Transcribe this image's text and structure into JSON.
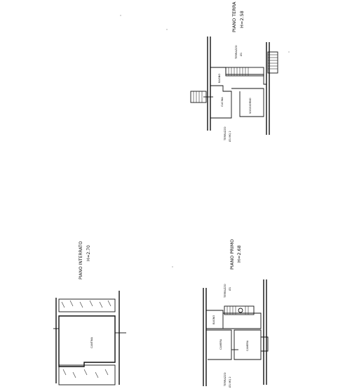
{
  "plans": {
    "ground_floor": {
      "title": "PIANO TERRA",
      "height": "H=2.58",
      "rooms": {
        "bagno": "BAGNO",
        "cucina": "CUCINA",
        "soggiorno": "SOGGIORNO"
      },
      "notes": {
        "top": [
          "TERRAZZO",
          "Ø1"
        ],
        "bottom": [
          "TERRAZZO",
          "Ø1 MQ 2"
        ]
      }
    },
    "first_floor": {
      "title": "PIANO PRIMO",
      "height": "H=2.68",
      "rooms": {
        "bagno": "BAGNO",
        "camera_left": "CAMERA",
        "camera_right": "CAMERA"
      },
      "notes": {
        "top": [
          "TERRAZZO",
          "Ø1"
        ],
        "bottom": [
          "TERRAZZO",
          "Ø1 MQ 2"
        ]
      }
    },
    "mezzanine": {
      "title": "PIANO INTERRATO",
      "height": "H=2.70",
      "rooms": {
        "cantina": "CANTINA"
      }
    }
  }
}
